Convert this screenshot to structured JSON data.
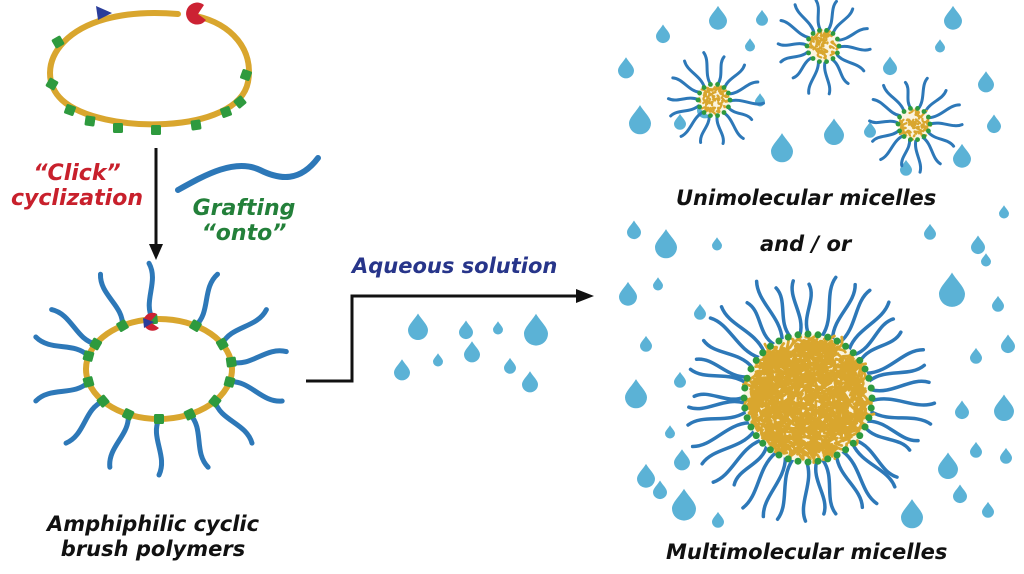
{
  "colors": {
    "ring": "#d9a62e",
    "chain": "#2d78b8",
    "bead": "#2e9a3e",
    "drop": "#5bb2d6",
    "arrow": "#111111",
    "alkyne": "#2a3d9a",
    "azide": "#cc2233",
    "red_text": "#c8202c",
    "green_text": "#23803a",
    "blue_text": "#27358a",
    "dark_text": "#111111"
  },
  "labels": {
    "click_line1": "“Click”",
    "click_line2": "cyclization",
    "grafting_line1": "Grafting",
    "grafting_line2": "“onto”",
    "aqueous": "Aqueous solution",
    "amphiphilic_line1": "Amphiphilic cyclic",
    "amphiphilic_line2": "brush polymers",
    "unimolecular": "Unimolecular micelles",
    "andor": "and / or",
    "multimolecular": "Multimolecular micelles"
  },
  "icons": {
    "linear_precursor": "open-ring-polymer-icon",
    "cyclic_brush": "cyclic-brush-polymer-icon",
    "graft_chain": "polymer-chain-icon",
    "micelle": "micelle-icon",
    "droplet": "water-droplet-icon"
  }
}
